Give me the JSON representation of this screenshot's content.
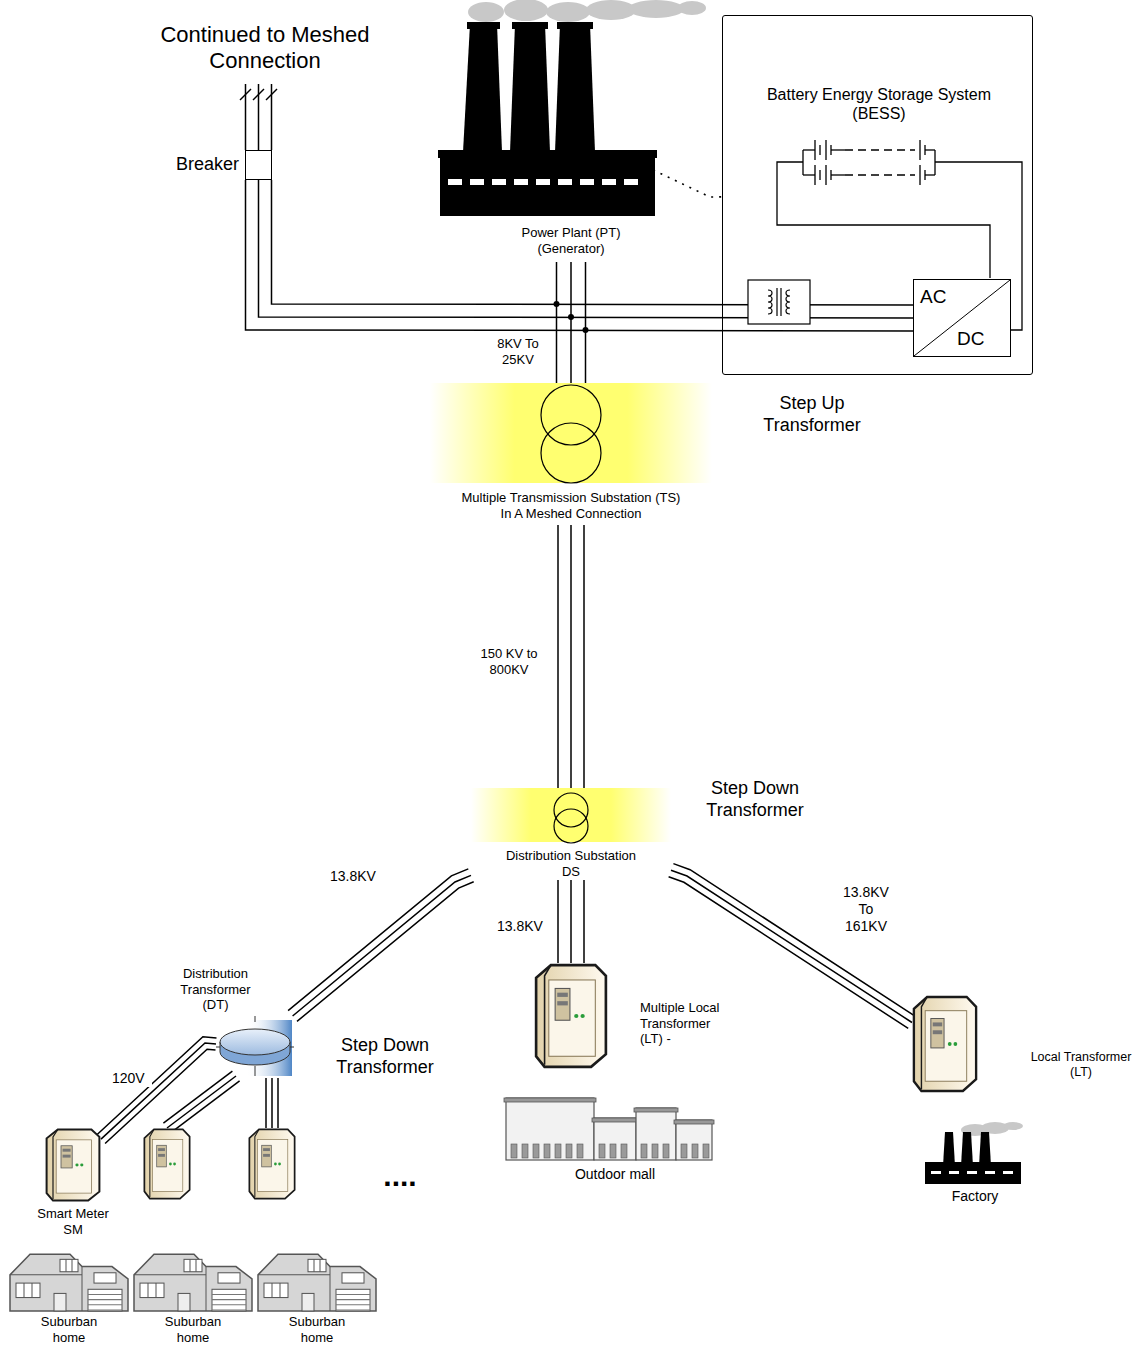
{
  "diagram": {
    "nodes": [
      {
        "text": [
          "Breaker"
        ]
      },
      {
        "text": [
          "Power Plant (PT) (Generator)"
        ]
      },
      {
        "text": [
          "Battery Energy Storage System (BESS)"
        ]
      },
      {
        "text": [
          "AC",
          "DC"
        ],
        "in": 2
      },
      {
        "text": [
          "Multiple Transmission Substation (TS) In A Meshed Connection"
        ]
      },
      {
        "text": [
          "Distribution Substation DS"
        ]
      },
      {
        "text": [
          "Distribution Transformer (DT)"
        ]
      },
      {
        "text": [
          "Multiple Local Transformer (LT) -"
        ]
      },
      {
        "text": [
          "Local Transformer (LT)"
        ]
      },
      {
        "text": [
          "Outdoor mall"
        ]
      },
      {
        "text": [
          "Factory"
        ]
      },
      {
        "text": [
          "Smart Meter SM"
        ]
      },
      {
        "text": [
          "Suburban home"
        ]
      },
      {
        "text": [
          "Suburban home"
        ]
      },
      {
        "text": [
          "Suburban home"
        ]
      }
    ],
    "edges": [
      {
        "from": 0,
        "to": 3,
        "arrow": "none"
      },
      {
        "from": 1,
        "to": 4,
        "label": "8KV To 25KV",
        "arrow": "none"
      },
      {
        "from": 1,
        "to": 2,
        "arrow": "none"
      },
      {
        "from": 4,
        "to": 5,
        "label": "150 KV to 800KV",
        "arrow": "none"
      },
      {
        "from": 5,
        "to": 6,
        "label": "13.8KV",
        "arrow": "none"
      },
      {
        "from": 5,
        "to": 7,
        "label": "13.8KV",
        "arrow": "none"
      },
      {
        "from": 5,
        "to": 8,
        "label": "13.8KV To 161KV",
        "arrow": "none"
      },
      {
        "from": 6,
        "to": 11,
        "label": "120V",
        "arrow": "none"
      }
    ],
    "labels": [
      "Continued to Meshed Connection",
      "Step Up Transformer",
      "Step Down Transformer",
      "Step Down Transformer",
      "...."
    ]
  }
}
